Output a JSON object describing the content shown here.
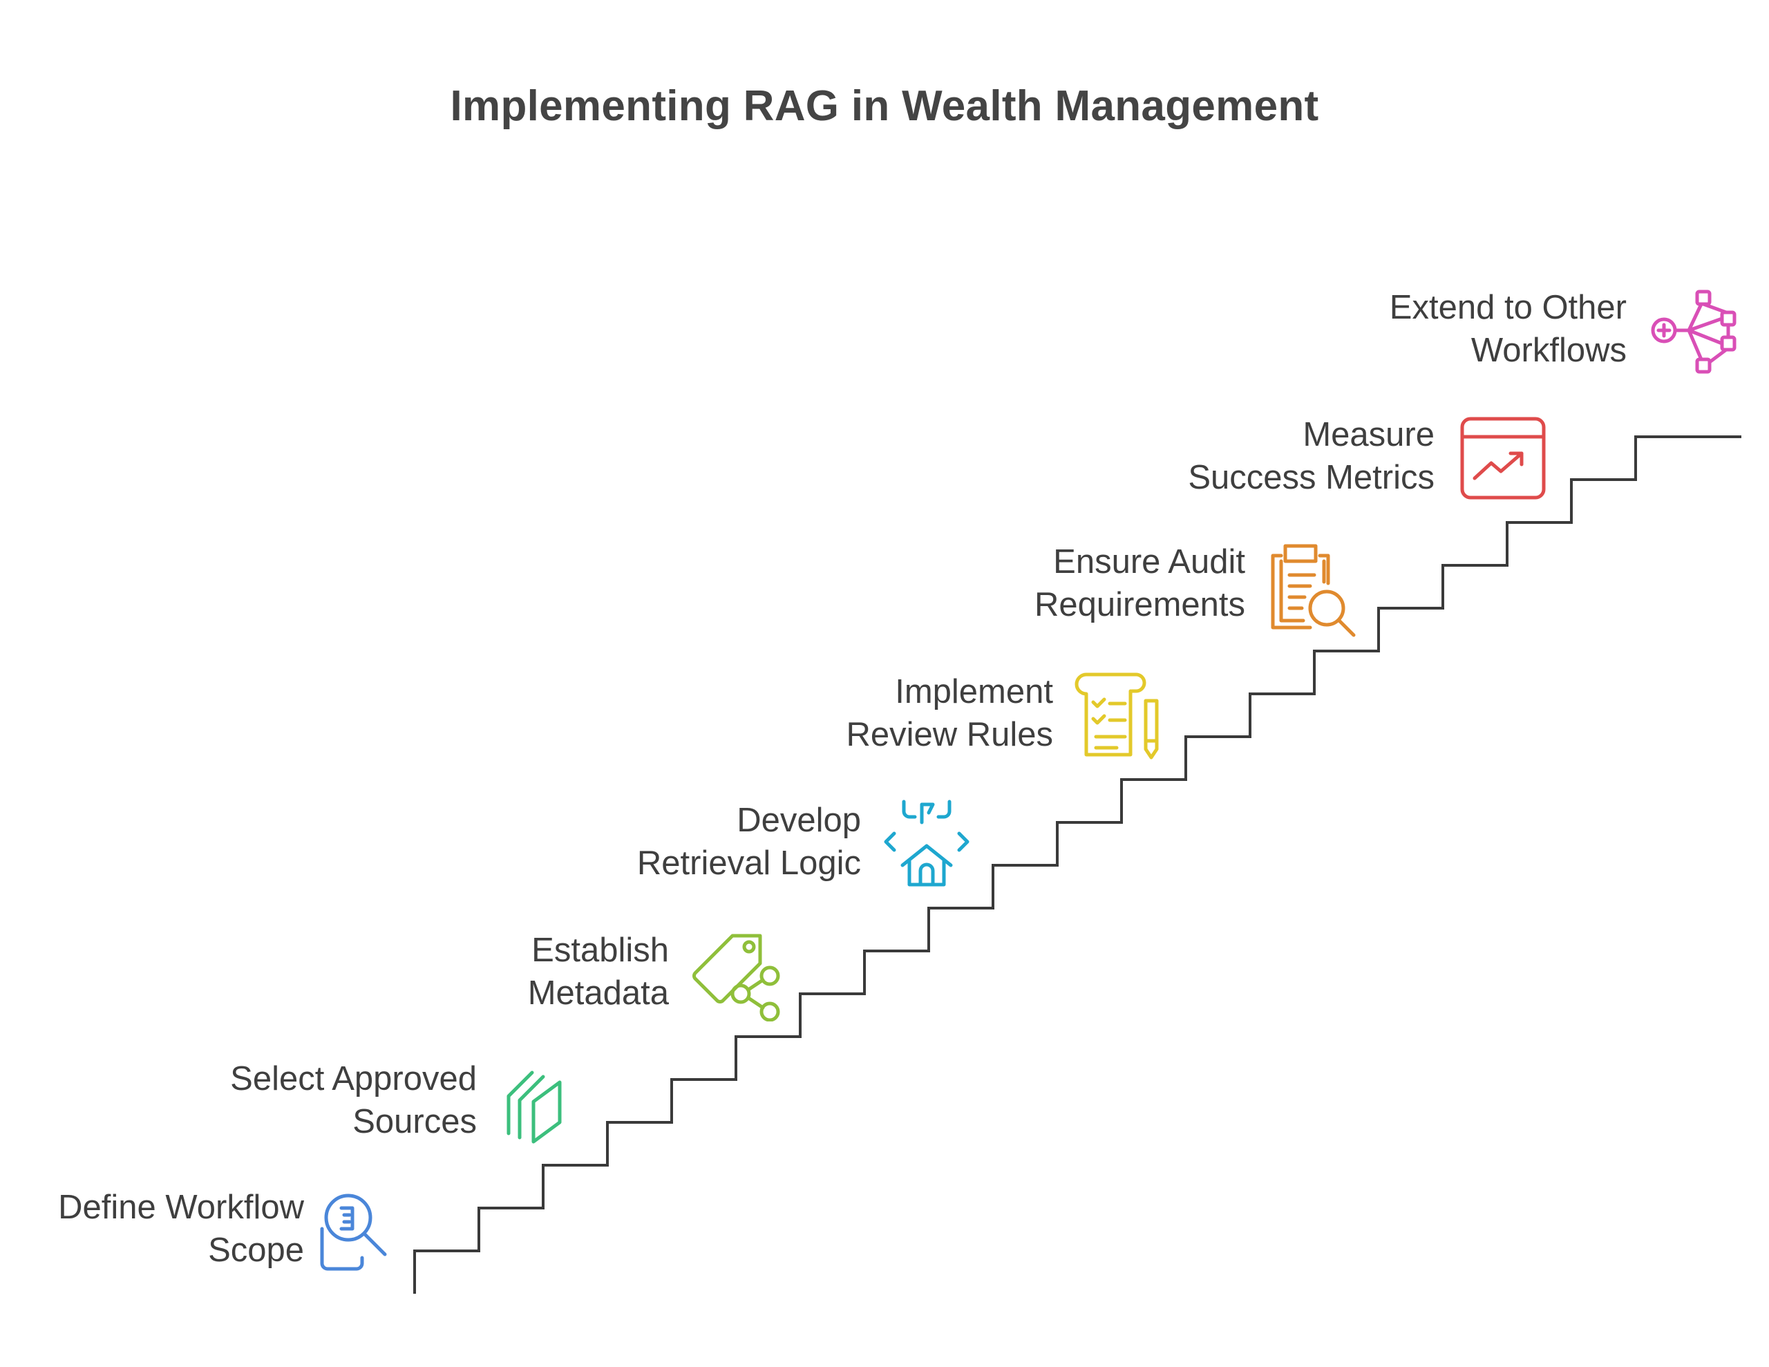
{
  "title": "Implementing RAG in Wealth Management",
  "colors": {
    "stairs": "#3a3a3a",
    "step1": "#4a86d9",
    "step2": "#3cbf7d",
    "step3": "#8fbf3a",
    "step4": "#1ea7cf",
    "step5": "#e3c92a",
    "step6": "#e08a2e",
    "step7": "#df4b4b",
    "step8": "#d94fb6"
  },
  "steps": [
    {
      "line1": "Define Workflow",
      "line2": "Scope",
      "icon": "document-search-icon"
    },
    {
      "line1": "Select Approved",
      "line2": "Sources",
      "icon": "layers-icon"
    },
    {
      "line1": "Establish",
      "line2": "Metadata",
      "icon": "tag-share-icon"
    },
    {
      "line1": "Develop",
      "line2": "Retrieval Logic",
      "icon": "home-code-icon"
    },
    {
      "line1": "Implement",
      "line2": "Review Rules",
      "icon": "checklist-pen-icon"
    },
    {
      "line1": "Ensure Audit",
      "line2": "Requirements",
      "icon": "clipboard-search-icon"
    },
    {
      "line1": "Measure",
      "line2": "Success Metrics",
      "icon": "trend-chart-icon"
    },
    {
      "line1": "Extend to Other",
      "line2": "Workflows",
      "icon": "network-plus-icon"
    }
  ]
}
